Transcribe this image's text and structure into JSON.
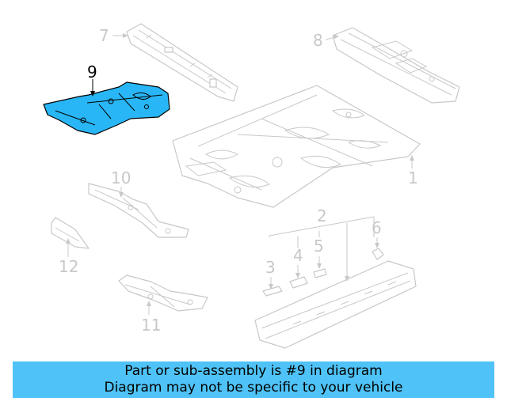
{
  "diagram": {
    "callouts": {
      "c1": "1",
      "c2": "2",
      "c3": "3",
      "c4": "4",
      "c5": "5",
      "c6": "6",
      "c7": "7",
      "c8": "8",
      "c9": "9",
      "c10": "10",
      "c11": "11",
      "c12": "12"
    },
    "highlighted_part": "9",
    "colors": {
      "highlight": "#29b6f6",
      "line": "#c8c8c8",
      "banner": "#4fc3f7"
    }
  },
  "banner": {
    "line1": "Part or sub-assembly is #9 in diagram",
    "line2": "Diagram may not be specific to your vehicle"
  }
}
